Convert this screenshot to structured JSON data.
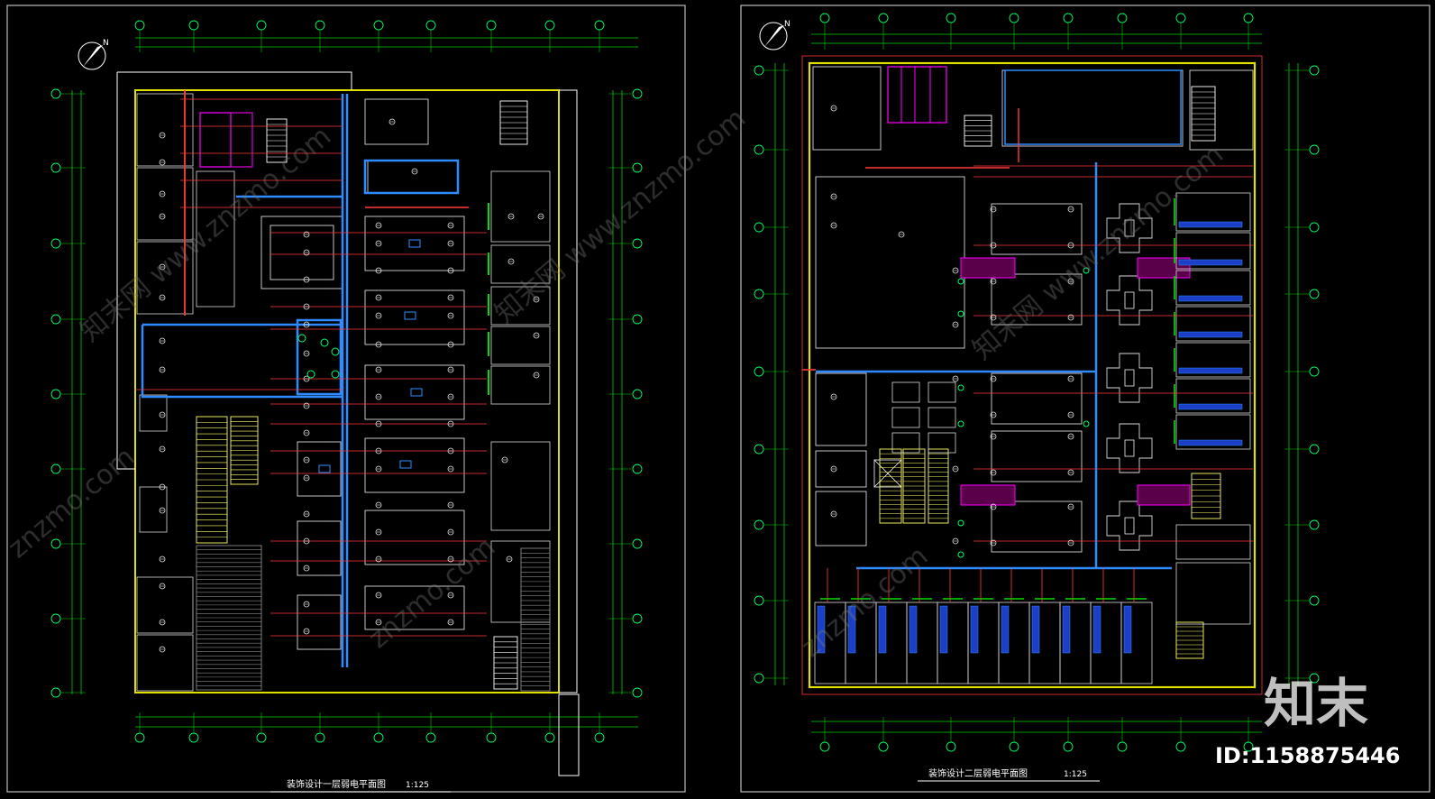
{
  "viewer": {
    "background": "#000000"
  },
  "sheets": [
    {
      "id": "first-floor",
      "title": "装饰设计一层弱电平面图",
      "scale": "1:125",
      "north": "N"
    },
    {
      "id": "second-floor",
      "title": "装饰设计二层弱电平面图",
      "scale": "1:125",
      "north": "N"
    }
  ],
  "watermark": {
    "brand": "知末",
    "site": "znzmo.com",
    "site_cn": "知末网 www.znzmo.com",
    "id_label": "ID:1158875446"
  },
  "colors": {
    "grid": "#00d000",
    "axis": "#00ff66",
    "wall": "#e0e000",
    "wall2": "#ffffff",
    "conduit": "#ff3b3b",
    "trunk": "#2f8bff",
    "room": "#d8d8d8",
    "stair": "#ffff66",
    "equip": "#ff00ff",
    "device": "#00ffff"
  }
}
